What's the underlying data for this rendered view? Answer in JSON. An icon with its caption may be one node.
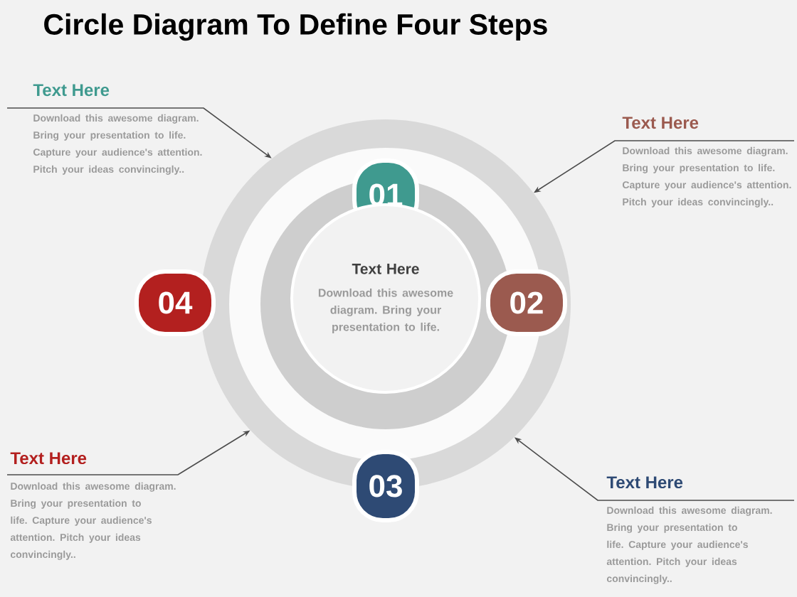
{
  "diagram": {
    "title": "Circle Diagram To Define Four Steps",
    "nodes": [
      {
        "text": [],
        "shape": "circle"
      },
      {
        "text": [
          "Text Here",
          "Download this awesome diagram. Bring your presentation to life."
        ],
        "in": 0
      },
      {
        "text": [
          "01"
        ],
        "in": 0
      },
      {
        "text": [
          "02"
        ],
        "in": 0
      },
      {
        "text": [
          "03"
        ]
      },
      {
        "text": [
          "04"
        ]
      },
      {
        "text": [
          "Text Here",
          "Download this awesome diagram. Bring your presentation to life. Capture your audience's attention. Pitch your ideas convincingly.."
        ]
      },
      {
        "text": [
          "Text Here",
          "Download this awesome diagram. Bring your presentation to life. Capture your audience's attention. Pitch your ideas convincingly.."
        ]
      },
      {
        "text": [
          "Text Here",
          "Download this awesome diagram. Bring your presentation to life. Capture your audience's attention. Pitch your ideas convincingly.."
        ]
      },
      {
        "text": [
          "Text Here",
          "Download this awesome diagram. Bring your presentation to life. Capture your audience's attention. Pitch your ideas convincingly.."
        ]
      }
    ],
    "edges": [
      {
        "from": 6,
        "to": 0,
        "arrow": "to"
      },
      {
        "from": 7,
        "to": 0,
        "arrow": "to"
      },
      {
        "from": 8,
        "to": 0,
        "arrow": "to"
      },
      {
        "from": 9,
        "to": 0,
        "arrow": "to"
      }
    ]
  }
}
